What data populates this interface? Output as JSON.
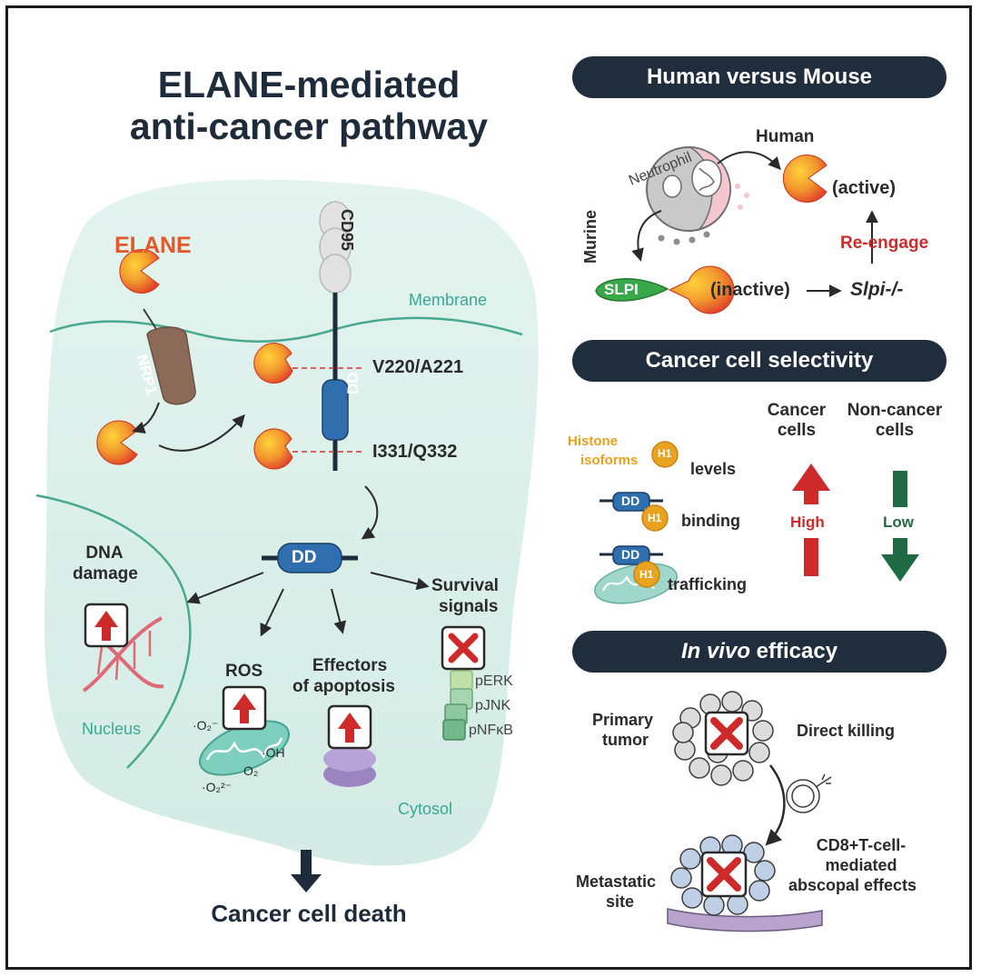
{
  "title_line1": "ELANE-mediated",
  "title_line2": "anti-cancer pathway",
  "left": {
    "elane": "ELANE",
    "nrp1": "NRP1",
    "cd95": "CD95",
    "membrane": "Membrane",
    "dd": "DD",
    "site1": "V220/A221",
    "site2": "I331/Q332",
    "dna_damage_1": "DNA",
    "dna_damage_2": "damage",
    "nucleus": "Nucleus",
    "ros": "ROS",
    "ros_o2": "·O₂⁻",
    "ros_oh": "·OH",
    "ros_o2b": "O₂",
    "ros_o2c": "·O₂²⁻",
    "effectors_1": "Effectors",
    "effectors_2": "of apoptosis",
    "survival_1": "Survival",
    "survival_2": "signals",
    "perk": "pERK",
    "pjnk": "pJNK",
    "pnfkb": "pNFκB",
    "cytosol": "Cytosol",
    "death": "Cancer cell death"
  },
  "human_mouse": {
    "header": "Human versus Mouse",
    "neutrophil": "Neutrophil",
    "human": "Human",
    "active": "(active)",
    "murine": "Murine",
    "reengage": "Re-engage",
    "slpi": "SLPI",
    "inactive": "(inactive)",
    "slpi_ko": "Slpi-/-"
  },
  "selectivity": {
    "header": "Cancer cell selectivity",
    "col1_1": "Cancer",
    "col1_2": "cells",
    "col2_1": "Non-cancer",
    "col2_2": "cells",
    "histone_1": "Histone",
    "histone_2": "isoforms",
    "h1": "H1",
    "levels": "levels",
    "dd": "DD",
    "binding": "binding",
    "trafficking": "trafficking",
    "high": "High",
    "low": "Low"
  },
  "invivo": {
    "header_italic": "In vivo",
    "header_rest": " efficacy",
    "primary_1": "Primary",
    "primary_2": "tumor",
    "direct": "Direct killing",
    "cd8_1": "CD8+T-cell-",
    "cd8_2": "mediated",
    "cd8_3": "abscopal effects",
    "meta_1": "Metastatic",
    "meta_2": "site"
  },
  "colors": {
    "navy": "#1f2d3d",
    "elane_orange": "#e2582a",
    "teal": "#3aa893",
    "dd_blue": "#2f6fb0",
    "red": "#cf2a2a",
    "green": "#1f6b44",
    "slpi_green": "#3aa84a"
  }
}
